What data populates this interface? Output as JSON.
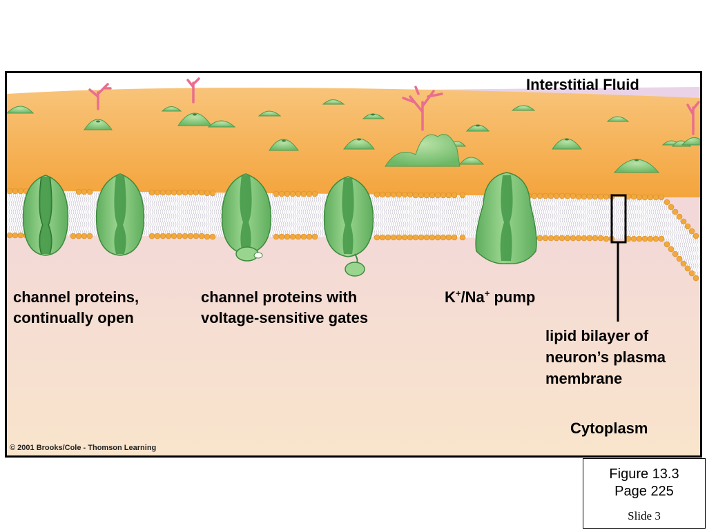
{
  "diagram": {
    "regions": {
      "interstitial": "Interstitial Fluid",
      "cytoplasm": "Cytoplasm"
    },
    "labels": {
      "open_channels": {
        "line1": "channel proteins,",
        "line2": "continually open"
      },
      "gated_channels": {
        "line1": "channel proteins with",
        "line2": "voltage-sensitive gates"
      },
      "pump": {
        "k": "K",
        "plus1": "+",
        "sep": "/Na",
        "plus2": "+",
        "rest": " pump"
      },
      "bilayer": {
        "line1": "lipid bilayer of",
        "line2": "neuron’s plasma",
        "line3": "membrane"
      }
    },
    "copyright": "© 2001 Brooks/Cole - Thomson Learning",
    "colors": {
      "membrane_top": "#f7ad48",
      "lipid_heads": "#f2a93c",
      "protein": "#7fc57a",
      "protein_dark": "#3e9443",
      "glycan": "#e86e8e",
      "cytoplasm": "#f6ddc8"
    }
  },
  "caption": {
    "figure": "Figure 13.3",
    "page": "Page 225",
    "slide": "Slide 3"
  }
}
